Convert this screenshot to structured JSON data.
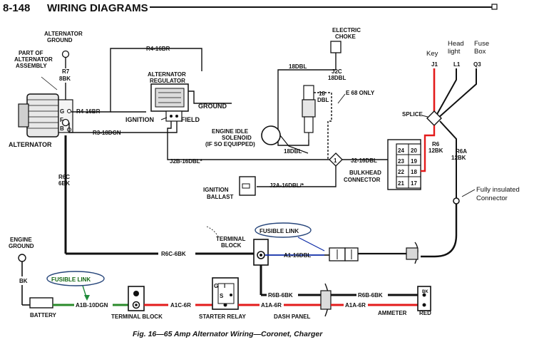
{
  "header": {
    "page_number": "8-148",
    "title": "WIRING DIAGRAMS"
  },
  "caption": "Fig. 16—65 Amp Alternator Wiring—Coronet, Charger",
  "colors": {
    "wire": "#111111",
    "power": "#e31b1b",
    "ground_feed": "#2a8a2a",
    "fuse_wire": "#0b2aa6",
    "callout": "#1f8a3a",
    "ellipse": "#26457a"
  },
  "labels": {
    "alt_ground": [
      "ALTERNATOR",
      "GROUND"
    ],
    "part_of": [
      "PART OF",
      "ALTERNATOR",
      "ASSEMBLY"
    ],
    "r7": "R7",
    "r7_8bk": "8BK",
    "alternator": "ALTERNATOR",
    "g": "G",
    "f": "F",
    "b": "B",
    "r4_top": "R4-16BR",
    "r4_mid": "R4-16BR",
    "r3": "R3-18DGN",
    "regulator": [
      "ALTERNATOR",
      "REGULATOR"
    ],
    "ground": "GROUND",
    "ignition": "IGNITION",
    "field": "FIELD",
    "electric_choke": [
      "ELECTRIC",
      "CHOKE"
    ],
    "w18dbl_top": "18DBL",
    "j2c": [
      "J2C",
      "18DBL"
    ],
    "e68": "E 68 ONLY",
    "dbl18": [
      "18",
      "DBL"
    ],
    "idle_solenoid": [
      "ENGINE IDLE",
      "SOLENOID",
      "(IF SO EQUIPPED)"
    ],
    "w18dbl_bot": "18DBL",
    "j2b": "J2B-16DBL*",
    "j2": "J2-16DBL",
    "ballast": [
      "IGNITION",
      "BALLAST"
    ],
    "j2a": "J2A-16DBL/*",
    "bulkhead": [
      "BULKHEAD",
      "CONNECTOR"
    ],
    "bulkhead_cells": [
      "24",
      "20",
      "23",
      "19",
      "22",
      "18",
      "21",
      "17"
    ],
    "key": "Key",
    "headlight": [
      "Head",
      "light"
    ],
    "fusebox": [
      "Fuse",
      "Box"
    ],
    "j1": "J1",
    "l1": "L1",
    "q3": "Q3",
    "splice": "SPLICE",
    "r6": [
      "R6",
      "12BK"
    ],
    "r6a": [
      "R6A",
      "12BK"
    ],
    "fully_insulated": [
      "Fully insulated",
      "Connector"
    ],
    "r6c_vert": [
      "R6C",
      "6BK"
    ],
    "terminal_block_top": [
      "TERMINAL",
      "BLOCK"
    ],
    "fusible_top": "FUSIBLE LINK",
    "r6c_6bk": "R6C-6BK",
    "a1_16dbl": "A1-16DBL",
    "engine_ground": [
      "ENGINE",
      "GROUND"
    ],
    "bk": "BK",
    "fusible_bottom": "FUSIBLE LINK",
    "battery": "BATTERY",
    "a1b": "A1B-10DGN",
    "terminal_block_bottom": "TERMINAL BLOCK",
    "a1c": "A1C-6R",
    "gis": [
      "G",
      "I",
      "S"
    ],
    "starter_relay": "STARTER RELAY",
    "r6b_1": "R6B-6BK",
    "a1a_1": "A1A-6R",
    "dash_panel": "DASH PANEL",
    "r6b_2": "R6B-6BK",
    "a1a_2": "A1A-6R",
    "ammeter": "AMMETER",
    "red": "RED",
    "bk_small": "BK"
  }
}
